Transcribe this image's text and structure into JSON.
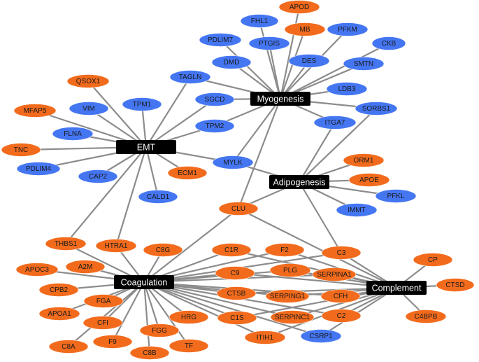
{
  "colors": {
    "hub_fill": "#000000",
    "hub_text": "#ffffff",
    "up_regulated_fill": "#f26b1d",
    "down_regulated_fill": "#4576f2",
    "edge": "#8c8c8c"
  },
  "hubs": [
    {
      "id": "myogenesis",
      "label": "Myogenesis"
    },
    {
      "id": "emt",
      "label": "EMT"
    },
    {
      "id": "adipogenesis",
      "label": "Adipogenesis"
    },
    {
      "id": "coagulation",
      "label": "Coagulation"
    },
    {
      "id": "complement",
      "label": "Complement"
    }
  ],
  "genes": [
    {
      "id": "APOD",
      "color": "orange"
    },
    {
      "id": "FHL1",
      "color": "blue"
    },
    {
      "id": "MB",
      "color": "orange"
    },
    {
      "id": "PFKM",
      "color": "blue"
    },
    {
      "id": "PDLIM7",
      "color": "blue"
    },
    {
      "id": "PTGIS",
      "color": "blue"
    },
    {
      "id": "CKB",
      "color": "blue"
    },
    {
      "id": "DMD",
      "color": "blue"
    },
    {
      "id": "DES",
      "color": "blue"
    },
    {
      "id": "SMTN",
      "color": "blue"
    },
    {
      "id": "TAGLN",
      "color": "blue"
    },
    {
      "id": "QSOX1",
      "color": "orange"
    },
    {
      "id": "LDB3",
      "color": "blue"
    },
    {
      "id": "SGCD",
      "color": "blue"
    },
    {
      "id": "TPM1",
      "color": "blue"
    },
    {
      "id": "VIM",
      "color": "blue"
    },
    {
      "id": "SORBS1",
      "color": "blue"
    },
    {
      "id": "MFAP5",
      "color": "orange"
    },
    {
      "id": "ITGA7",
      "color": "blue"
    },
    {
      "id": "TPM2",
      "color": "blue"
    },
    {
      "id": "FLNA",
      "color": "blue"
    },
    {
      "id": "TNC",
      "color": "orange"
    },
    {
      "id": "MYLK",
      "color": "blue"
    },
    {
      "id": "ORM1",
      "color": "orange"
    },
    {
      "id": "PDLIM4",
      "color": "blue"
    },
    {
      "id": "ECM1",
      "color": "orange"
    },
    {
      "id": "CAP2",
      "color": "blue"
    },
    {
      "id": "APOE",
      "color": "orange"
    },
    {
      "id": "PFKL",
      "color": "blue"
    },
    {
      "id": "CALD1",
      "color": "blue"
    },
    {
      "id": "IMMT",
      "color": "blue"
    },
    {
      "id": "CLU",
      "color": "orange"
    },
    {
      "id": "THBS1",
      "color": "orange"
    },
    {
      "id": "HTRA1",
      "color": "orange"
    },
    {
      "id": "C8G",
      "color": "orange"
    },
    {
      "id": "C1R",
      "color": "orange"
    },
    {
      "id": "F2",
      "color": "orange"
    },
    {
      "id": "C3",
      "color": "orange"
    },
    {
      "id": "CP",
      "color": "orange"
    },
    {
      "id": "APOC3",
      "color": "orange"
    },
    {
      "id": "A2M",
      "color": "orange"
    },
    {
      "id": "C9",
      "color": "orange"
    },
    {
      "id": "PLG",
      "color": "orange"
    },
    {
      "id": "SERPINA1",
      "color": "orange"
    },
    {
      "id": "CTSD",
      "color": "orange"
    },
    {
      "id": "CPB2",
      "color": "orange"
    },
    {
      "id": "CTSB",
      "color": "orange"
    },
    {
      "id": "SERPING1",
      "color": "orange"
    },
    {
      "id": "CFH",
      "color": "orange"
    },
    {
      "id": "FGA",
      "color": "orange"
    },
    {
      "id": "APOA1",
      "color": "orange"
    },
    {
      "id": "C4BPB",
      "color": "orange"
    },
    {
      "id": "HRG",
      "color": "orange"
    },
    {
      "id": "C1S",
      "color": "orange"
    },
    {
      "id": "SERPINC1",
      "color": "orange"
    },
    {
      "id": "C2",
      "color": "orange"
    },
    {
      "id": "CFI",
      "color": "orange"
    },
    {
      "id": "FGG",
      "color": "orange"
    },
    {
      "id": "ITIH1",
      "color": "orange"
    },
    {
      "id": "CSRP1",
      "color": "blue"
    },
    {
      "id": "F9",
      "color": "orange"
    },
    {
      "id": "C8A",
      "color": "orange"
    },
    {
      "id": "TF",
      "color": "orange"
    },
    {
      "id": "C8B",
      "color": "orange"
    }
  ],
  "edges": [
    [
      "myogenesis",
      "FHL1"
    ],
    [
      "myogenesis",
      "MB"
    ],
    [
      "myogenesis",
      "PFKM"
    ],
    [
      "myogenesis",
      "PDLIM7"
    ],
    [
      "myogenesis",
      "PTGIS"
    ],
    [
      "myogenesis",
      "CKB"
    ],
    [
      "myogenesis",
      "DMD"
    ],
    [
      "myogenesis",
      "DES"
    ],
    [
      "myogenesis",
      "SMTN"
    ],
    [
      "myogenesis",
      "TAGLN"
    ],
    [
      "myogenesis",
      "LDB3"
    ],
    [
      "myogenesis",
      "SGCD"
    ],
    [
      "myogenesis",
      "SORBS1"
    ],
    [
      "myogenesis",
      "ITGA7"
    ],
    [
      "myogenesis",
      "TPM2"
    ],
    [
      "myogenesis",
      "MYLK"
    ],
    [
      "myogenesis",
      "CLU"
    ],
    [
      "myogenesis",
      "APOD"
    ],
    [
      "emt",
      "TAGLN"
    ],
    [
      "emt",
      "QSOX1"
    ],
    [
      "emt",
      "TPM1"
    ],
    [
      "emt",
      "VIM"
    ],
    [
      "emt",
      "MFAP5"
    ],
    [
      "emt",
      "FLNA"
    ],
    [
      "emt",
      "TNC"
    ],
    [
      "emt",
      "PDLIM4"
    ],
    [
      "emt",
      "CAP2"
    ],
    [
      "emt",
      "CALD1"
    ],
    [
      "emt",
      "ECM1"
    ],
    [
      "emt",
      "TPM2"
    ],
    [
      "emt",
      "SGCD"
    ],
    [
      "emt",
      "MYLK"
    ],
    [
      "emt",
      "THBS1"
    ],
    [
      "emt",
      "HTRA1"
    ],
    [
      "adipogenesis",
      "ITGA7"
    ],
    [
      "adipogenesis",
      "SORBS1"
    ],
    [
      "adipogenesis",
      "ORM1"
    ],
    [
      "adipogenesis",
      "APOE"
    ],
    [
      "adipogenesis",
      "PFKL"
    ],
    [
      "adipogenesis",
      "IMMT"
    ],
    [
      "adipogenesis",
      "MYLK"
    ],
    [
      "adipogenesis",
      "CLU"
    ],
    [
      "adipogenesis",
      "C3"
    ],
    [
      "coagulation",
      "THBS1"
    ],
    [
      "coagulation",
      "HTRA1"
    ],
    [
      "coagulation",
      "C8G"
    ],
    [
      "coagulation",
      "C1R"
    ],
    [
      "coagulation",
      "F2"
    ],
    [
      "coagulation",
      "C3"
    ],
    [
      "coagulation",
      "APOC3"
    ],
    [
      "coagulation",
      "A2M"
    ],
    [
      "coagulation",
      "C9"
    ],
    [
      "coagulation",
      "PLG"
    ],
    [
      "coagulation",
      "SERPINA1"
    ],
    [
      "coagulation",
      "CPB2"
    ],
    [
      "coagulation",
      "CTSB"
    ],
    [
      "coagulation",
      "SERPING1"
    ],
    [
      "coagulation",
      "CFH"
    ],
    [
      "coagulation",
      "FGA"
    ],
    [
      "coagulation",
      "APOA1"
    ],
    [
      "coagulation",
      "HRG"
    ],
    [
      "coagulation",
      "C1S"
    ],
    [
      "coagulation",
      "SERPINC1"
    ],
    [
      "coagulation",
      "C2"
    ],
    [
      "coagulation",
      "CFI"
    ],
    [
      "coagulation",
      "FGG"
    ],
    [
      "coagulation",
      "ITIH1"
    ],
    [
      "coagulation",
      "CSRP1"
    ],
    [
      "coagulation",
      "F9"
    ],
    [
      "coagulation",
      "C8A"
    ],
    [
      "coagulation",
      "TF"
    ],
    [
      "coagulation",
      "C8B"
    ],
    [
      "coagulation",
      "CLU"
    ],
    [
      "complement",
      "C3"
    ],
    [
      "complement",
      "CP"
    ],
    [
      "complement",
      "CTSD"
    ],
    [
      "complement",
      "C4BPB"
    ],
    [
      "complement",
      "C1R"
    ],
    [
      "complement",
      "F2"
    ],
    [
      "complement",
      "C9"
    ],
    [
      "complement",
      "PLG"
    ],
    [
      "complement",
      "SERPINA1"
    ],
    [
      "complement",
      "CTSB"
    ],
    [
      "complement",
      "SERPING1"
    ],
    [
      "complement",
      "CFH"
    ],
    [
      "complement",
      "C1S"
    ],
    [
      "complement",
      "SERPINC1"
    ],
    [
      "complement",
      "C2"
    ],
    [
      "complement",
      "ITIH1"
    ],
    [
      "complement",
      "CSRP1"
    ],
    [
      "complement",
      "CLU"
    ]
  ]
}
